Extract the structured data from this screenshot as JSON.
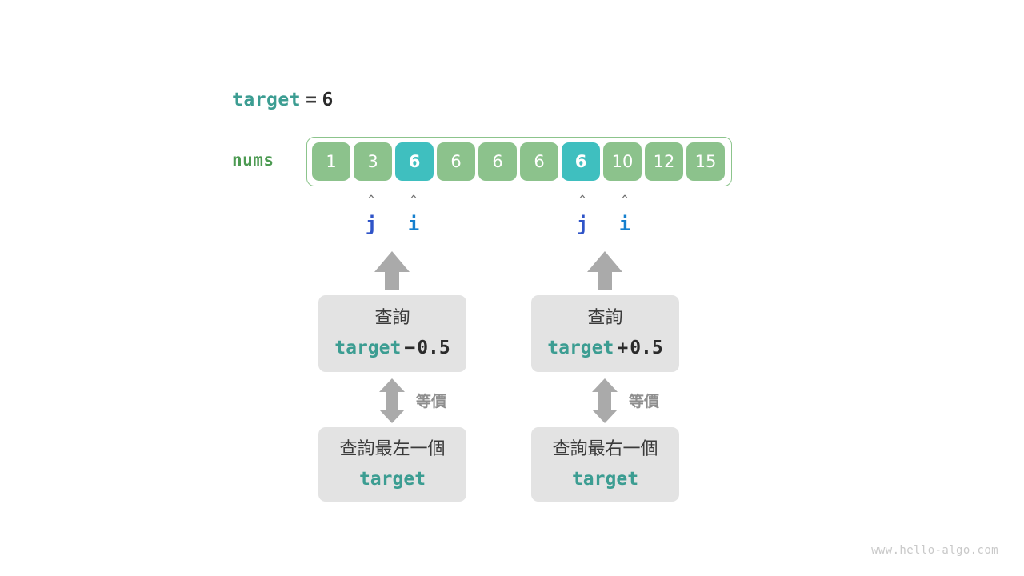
{
  "diagram": {
    "title_expr": {
      "var": "target",
      "op": "=",
      "value": "6"
    },
    "array_label": "nums",
    "array": {
      "values": [
        "1",
        "3",
        "6",
        "6",
        "6",
        "6",
        "6",
        "10",
        "12",
        "15"
      ],
      "highlight_indices": [
        2,
        6
      ],
      "cell_color": "#8cc28c",
      "highlight_color": "#3fbfbf",
      "border_color": "#8cc48c"
    },
    "pointers": [
      {
        "id": "left-j",
        "caret": "^",
        "label": "j",
        "color": "#2f54c8"
      },
      {
        "id": "left-i",
        "caret": "^",
        "label": "i",
        "color": "#1680ce"
      },
      {
        "id": "right-j",
        "caret": "^",
        "label": "j",
        "color": "#2f54c8"
      },
      {
        "id": "right-i",
        "caret": "^",
        "label": "i",
        "color": "#1680ce"
      }
    ],
    "branches": [
      {
        "id": "left",
        "query_box": {
          "heading": "查詢",
          "expr_var": "target",
          "expr_op": "−",
          "expr_num": "0.5"
        },
        "equiv_label": "等價",
        "result_box": {
          "heading": "查詢最左一個",
          "code": "target"
        }
      },
      {
        "id": "right",
        "query_box": {
          "heading": "查詢",
          "expr_var": "target",
          "expr_op": "+",
          "expr_num": "0.5"
        },
        "equiv_label": "等價",
        "result_box": {
          "heading": "查詢最右一個",
          "code": "target"
        }
      }
    ],
    "watermark": "www.hello-algo.com"
  }
}
